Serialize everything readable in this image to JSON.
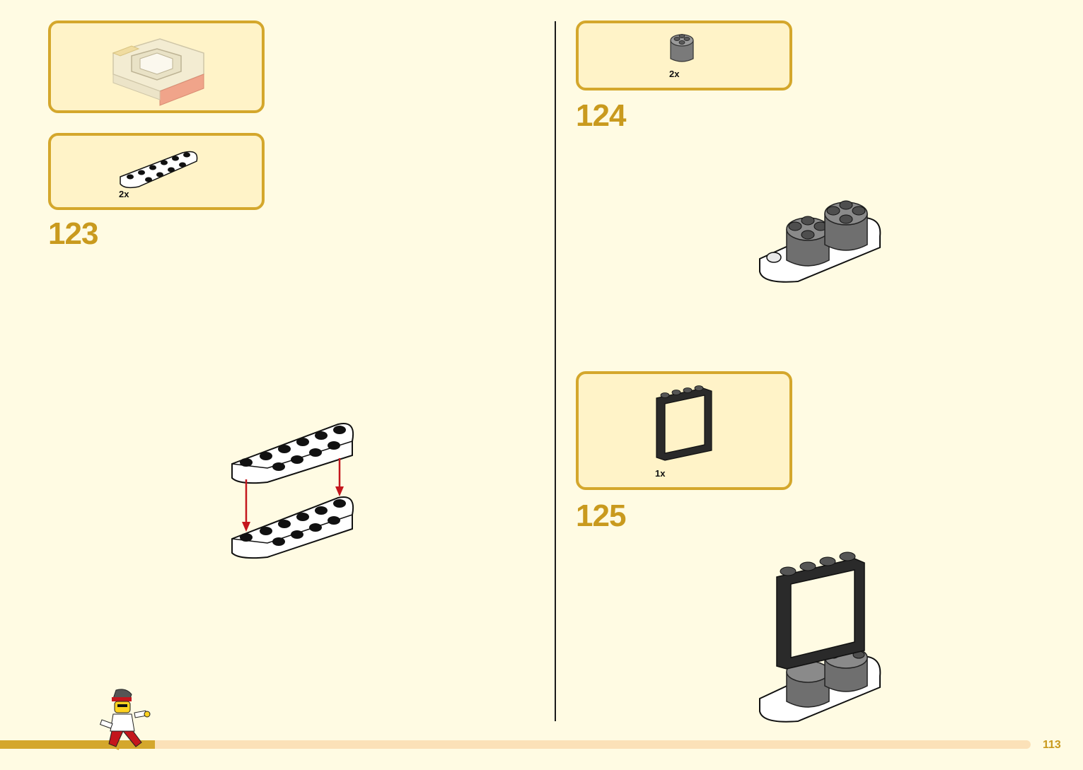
{
  "page": {
    "number": "113",
    "progress": 0.15
  },
  "colors": {
    "accent": "#d4a72c",
    "background": "#fffbe3",
    "callout_fill": "#fff3c8",
    "progress_track": "#fbe1b8",
    "arrow": "#c4161c"
  },
  "steps": [
    {
      "number": "123",
      "parts": [
        {
          "qty": "2x",
          "part": "white-half-round-plate-icon"
        }
      ]
    },
    {
      "number": "124",
      "parts": [
        {
          "qty": "2x",
          "part": "dark-gray-round-brick-icon"
        }
      ]
    },
    {
      "number": "125",
      "parts": [
        {
          "qty": "1x",
          "part": "black-window-frame-icon"
        }
      ]
    }
  ]
}
